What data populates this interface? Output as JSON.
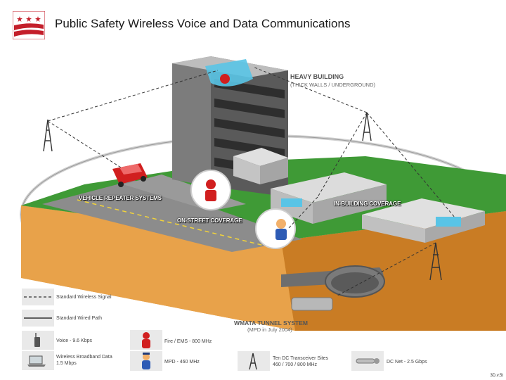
{
  "header": {
    "title": "Public Safety Wireless Voice and Data Communications"
  },
  "labels": {
    "heavy_building": "HEAVY BUILDING",
    "heavy_building_sub": "(THICK WALLS / UNDERGROUND)",
    "vehicle_repeater": "VEHICLE REPEATER SYSTEMS",
    "on_street": "ON-STREET COVERAGE",
    "in_building": "IN-BUILDING COVERAGE",
    "wmata_tunnel": "WMATA TUNNEL SYSTEM",
    "wmata_tunnel_sub": "(MPD in July 2004)"
  },
  "legend": {
    "wireless_signal": "Standard Wireless Signal",
    "wired_path": "Standard Wired Path",
    "voice": "Voice - 9.6 Kbps",
    "broadband_line1": "Wireless Broadband Data",
    "broadband_line2": "1.5 Mbps",
    "fire_ems": "Fire / EMS - 800 MHz",
    "mpd": "MPD - 460 MHz",
    "sites_line1": "Ten DC Transceiver Sites",
    "sites_line2": "460 / 700 / 800 MHz",
    "dc_net": "DC Net - 2.5 Gbps"
  },
  "footer": {
    "doc_id": "3D.v.5t"
  },
  "colors": {
    "grass": "#3f9a36",
    "earth": "#e39a3a",
    "earth_dark": "#c97c24",
    "road": "#8c8c8c",
    "building": "#5a5a5a",
    "vehicle": "#d11f1f",
    "accent_water": "#59c4e6"
  }
}
